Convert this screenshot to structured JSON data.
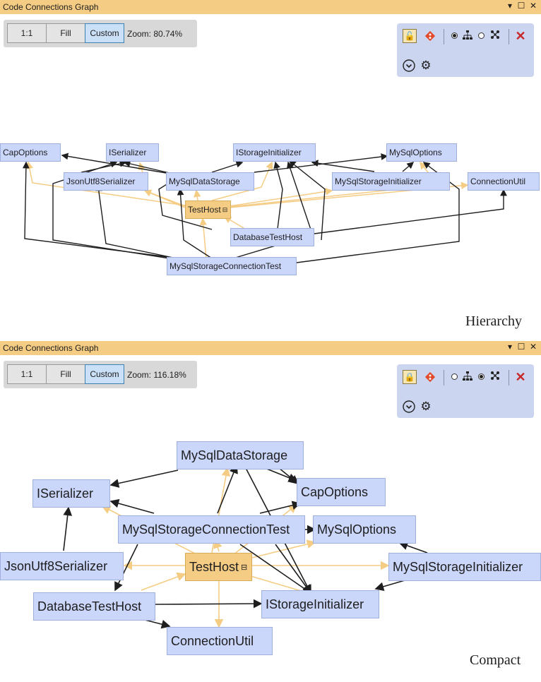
{
  "panels": [
    {
      "title": "Code Connections Graph",
      "zoom": {
        "btn_1to1": "1:1",
        "btn_fill": "Fill",
        "btn_custom": "Custom",
        "label": "Zoom: 80.74%"
      },
      "layout_mode": "hierarchy",
      "caption": "Hierarchy",
      "nodes": {
        "cap": "CapOptions",
        "iser": "ISerializer",
        "istor": "IStorageInitializer",
        "mysqlopt": "MySqlOptions",
        "json": "JsonUtf8Serializer",
        "mds": "MySqlDataStorage",
        "msi": "MySqlStorageInitializer",
        "conn": "ConnectionUtil",
        "host": "TestHost",
        "dbhost": "DatabaseTestHost",
        "mscontest": "MySqlStorageConnectionTest"
      }
    },
    {
      "title": "Code Connections Graph",
      "zoom": {
        "btn_1to1": "1:1",
        "btn_fill": "Fill",
        "btn_custom": "Custom",
        "label": "Zoom: 116.18%"
      },
      "layout_mode": "compact",
      "caption": "Compact",
      "nodes": {
        "mds": "MySqlDataStorage",
        "iser": "ISerializer",
        "cap": "CapOptions",
        "mscontest": "MySqlStorageConnectionTest",
        "mysqlopt": "MySqlOptions",
        "json": "JsonUtf8Serializer",
        "host": "TestHost",
        "msi": "MySqlStorageInitializer",
        "dbhost": "DatabaseTestHost",
        "istor": "IStorageInitializer",
        "conn": "ConnectionUtil"
      }
    }
  ],
  "icons": {
    "lock": "lock-icon",
    "git": "git-icon",
    "hierarchy": "hierarchy-layout-icon",
    "compact": "compact-layout-icon",
    "close": "close-icon",
    "expand": "chevron-down-circle-icon",
    "settings": "gear-icon"
  },
  "colors": {
    "titlebar": "#f5cc84",
    "node": "#cbd6fb",
    "host_node": "#f5cc84",
    "edge_dark": "#1e1e1e",
    "edge_light": "#f5cc84",
    "close": "#c62828"
  }
}
